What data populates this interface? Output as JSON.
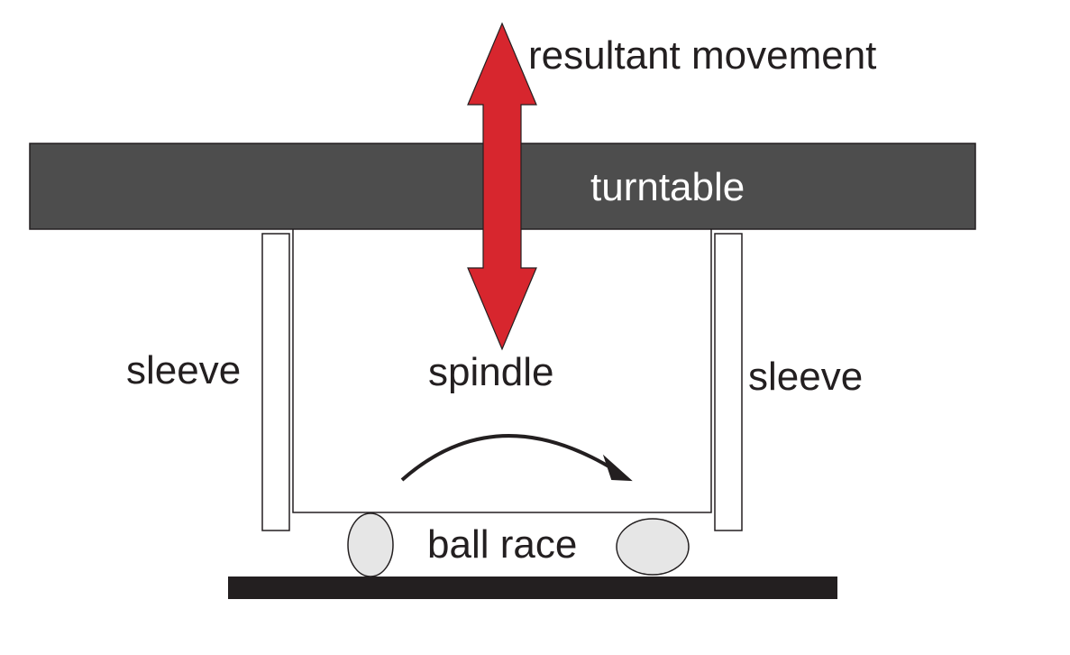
{
  "labels": {
    "resultant_movement": "resultant movement",
    "turntable": "turntable",
    "sleeve_left": "sleeve",
    "sleeve_right": "sleeve",
    "spindle": "spindle",
    "ball_race": "ball race"
  },
  "colors": {
    "turntable": "#4d4d4d",
    "movement_arrow": "#d7262e",
    "base_plate": "#231f20",
    "ball": "#e6e6e6",
    "outline": "#231f20",
    "turntable_text": "#ffffff"
  },
  "icons": {
    "movement_arrow": "double-headed-arrow-vertical",
    "rotation_arrow": "curved-arrow-right"
  }
}
